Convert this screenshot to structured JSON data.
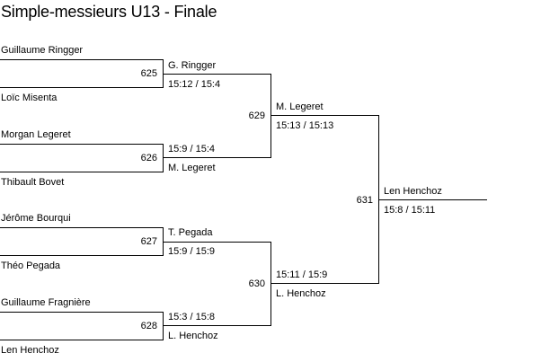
{
  "title": "Simple-messieurs U13 - Finale",
  "round1": [
    {
      "match": "625",
      "player_top": "Guillaume Ringger",
      "player_bottom": "Loïc Misenta",
      "winner": "G. Ringger",
      "score": "15:12 / 15:4"
    },
    {
      "match": "626",
      "player_top": "Morgan Legeret",
      "player_bottom": "Thibault Bovet",
      "winner": "M. Legeret",
      "score": "15:9 / 15:4"
    },
    {
      "match": "627",
      "player_top": "Jérôme Bourqui",
      "player_bottom": "Théo Pegada",
      "winner": "T. Pegada",
      "score": "15:9 / 15:9"
    },
    {
      "match": "628",
      "player_top": "Guillaume Fragnière",
      "player_bottom": "Len Henchoz",
      "winner": "L. Henchoz",
      "score": "15:3 / 15:8"
    }
  ],
  "round2": [
    {
      "match": "629",
      "winner": "M. Legeret",
      "score": "15:13 / 15:13"
    },
    {
      "match": "630",
      "winner": "L. Henchoz",
      "score": "15:11 / 15:9"
    }
  ],
  "final": {
    "match": "631",
    "winner": "Len Henchoz",
    "score": "15:8 / 15:11"
  }
}
